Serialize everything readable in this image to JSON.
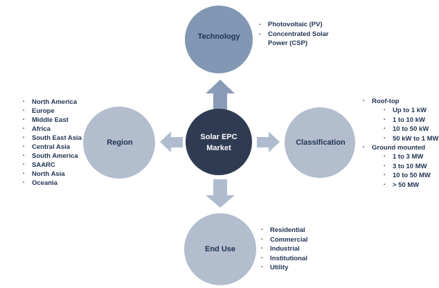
{
  "diagram": {
    "center_label": "Solar EPC Market",
    "nodes": {
      "technology": {
        "label": "Technology",
        "items": [
          "Photovoltaic (PV)",
          "Concentrated Solar Power (CSP)"
        ]
      },
      "region": {
        "label": "Region",
        "items": [
          "North America",
          "Europe",
          "Middle East",
          "Africa",
          "South East Asia",
          "Central Asia",
          "South America",
          "SAARC",
          "North Asia",
          "Oceania"
        ]
      },
      "classification": {
        "label": "Classification",
        "groups": [
          {
            "label": "Roof-top",
            "children": [
              "Up to 1 kW",
              "1 to 10 kW",
              "10 to 50 kW",
              "50 kW to 1 MW"
            ]
          },
          {
            "label": "Ground mounted",
            "children": [
              "1 to 3 MW",
              "3 to 10 MW",
              "10 to 50 MW",
              "> 50 MW"
            ]
          }
        ]
      },
      "end_use": {
        "label": "End Use",
        "items": [
          "Residential",
          "Commercial",
          "Industrial",
          "Institutional",
          "Utility"
        ]
      }
    }
  },
  "colors": {
    "technology_fill": "#8297B3",
    "satellite_fill": "#B2BDCE",
    "center_fill": "#2E3B52",
    "arrow_up_fill": "#8A9BB8",
    "arrow_light_fill": "#AFBCD0",
    "text_dark": "#1F3251",
    "center_text": "#FFFFFF"
  }
}
